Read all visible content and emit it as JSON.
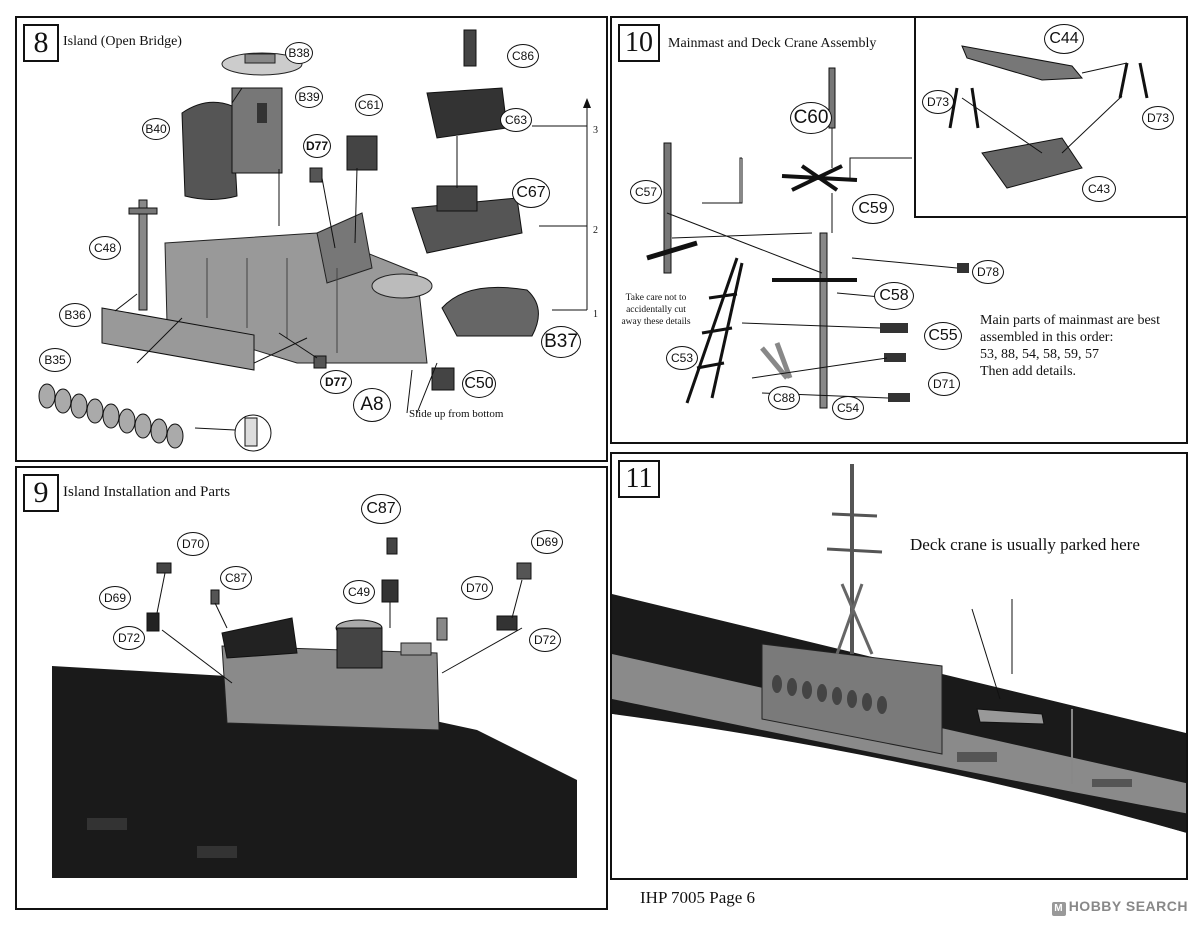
{
  "panels": {
    "step8": {
      "number": "8",
      "title": "Island (Open Bridge)",
      "parts": [
        "B38",
        "B39",
        "B40",
        "C61",
        "D77",
        "C86",
        "C63",
        "C67",
        "C48",
        "B36",
        "B35",
        "D77",
        "A8",
        "C50",
        "B37"
      ],
      "note": "Slide up from bottom",
      "scale": [
        "3",
        "2",
        "1"
      ]
    },
    "step9": {
      "number": "9",
      "title": "Island Installation and Parts",
      "parts": [
        "C87",
        "D70",
        "D69",
        "C87",
        "C49",
        "D72",
        "D70",
        "D69",
        "D72"
      ]
    },
    "step10": {
      "number": "10",
      "title": "Mainmast and Deck Crane Assembly",
      "parts": [
        "C60",
        "C57",
        "C59",
        "C58",
        "C55",
        "C53",
        "C88",
        "C54",
        "D71",
        "D78",
        "C44",
        "D73",
        "D73",
        "C43"
      ],
      "caution": "Take care not to accidentally cut away these details",
      "order_note": [
        "Main parts of mainmast are best",
        "assembled in this order:",
        "53, 88, 54, 58, 59, 57",
        "Then add details."
      ]
    },
    "step11": {
      "number": "11",
      "callout": "Deck crane is usually parked here"
    }
  },
  "footer": {
    "page_label": "IHP 7005 Page 6",
    "watermark": "HOBBY SEARCH",
    "watermark_mark": "M"
  }
}
